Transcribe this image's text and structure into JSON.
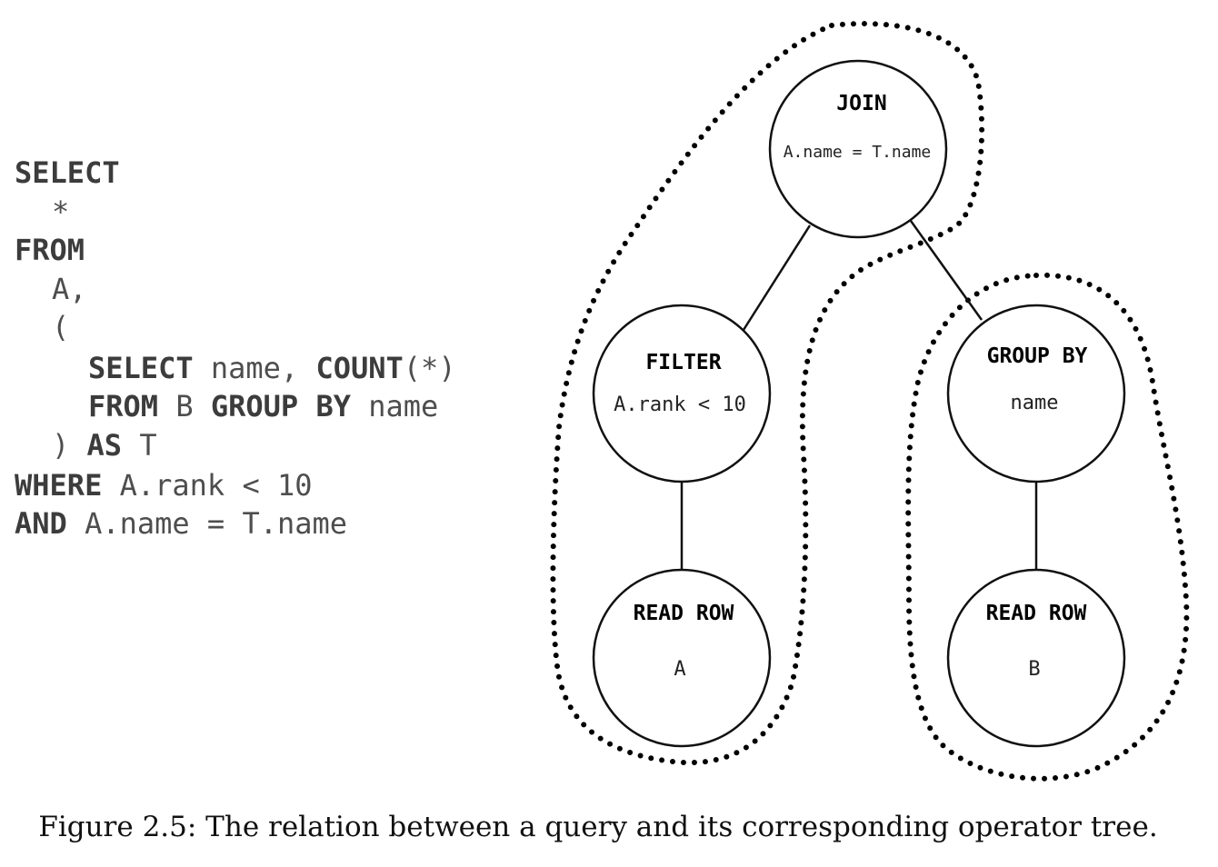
{
  "sql": {
    "select_kw": "SELECT",
    "star": "*",
    "from_kw": "FROM",
    "table_a": "A,",
    "open_paren": "(",
    "sub_select_kw": "SELECT",
    "sub_select_cols": " name, ",
    "count_kw": "COUNT",
    "count_args": "(*)",
    "sub_from_kw": "FROM",
    "sub_table": " B ",
    "group_by_kw": "GROUP BY",
    "group_by_col": " name",
    "close_paren": ") ",
    "as_kw": "AS",
    "alias": " T",
    "where_kw": "WHERE",
    "where_cond": " A.rank < 10",
    "and_kw": "AND",
    "and_cond": " A.name = T.name"
  },
  "tree": {
    "join": {
      "title": "JOIN",
      "detail": "A.name = T.name"
    },
    "filter": {
      "title": "FILTER",
      "detail": "A.rank < 10"
    },
    "group_by": {
      "title": "GROUP BY",
      "detail": "name"
    },
    "read_a": {
      "title": "READ ROW",
      "detail": "A"
    },
    "read_b": {
      "title": "READ ROW",
      "detail": "B"
    }
  },
  "caption": "Figure 2.5: The relation between a query and its corresponding operator tree."
}
